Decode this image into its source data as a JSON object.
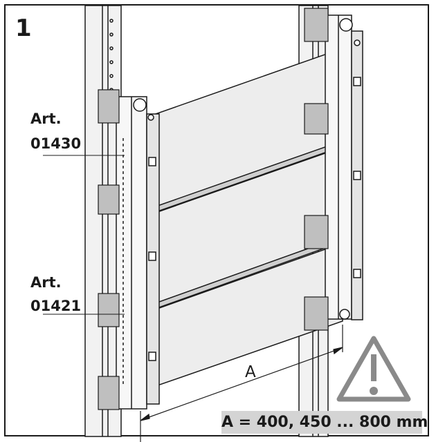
{
  "figure": {
    "number": "1",
    "labels": [
      {
        "line1": "Art.",
        "line2": "01430"
      },
      {
        "line1": "Art.",
        "line2": "01421"
      }
    ],
    "dimension_letter": "A",
    "dimension_note": "A = 400, 450 ... 800 mm",
    "icons": [
      "warning-triangle-icon"
    ],
    "colors": {
      "line": "#1a1a1a",
      "panel": "#ededed",
      "rail_shadow": "#bfbfbf",
      "note_background": "#d4d4d4",
      "warning_grey": "#8a8a8a"
    }
  }
}
